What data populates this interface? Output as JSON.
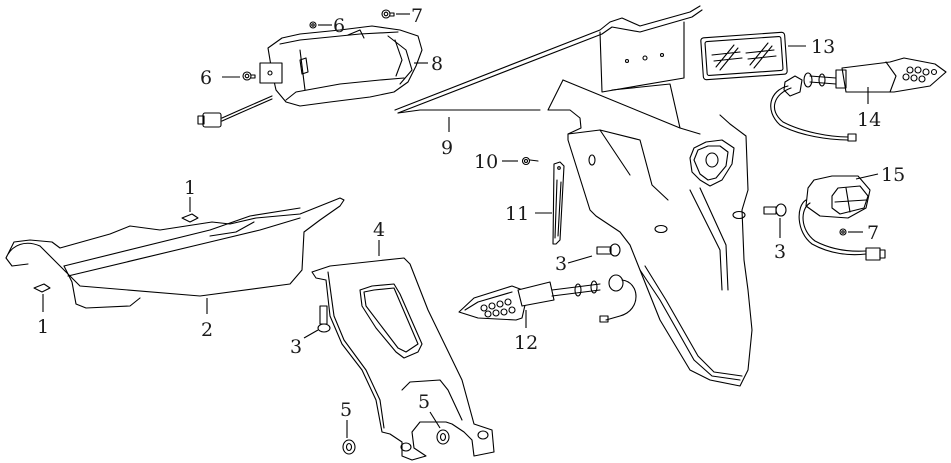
{
  "diagram": {
    "title": "Rear fender / tail light assembly exploded view",
    "callouts": [
      {
        "id": "c6a",
        "label": "6",
        "part": "bolt"
      },
      {
        "id": "c7a",
        "label": "7",
        "part": "screw"
      },
      {
        "id": "c6b",
        "label": "6",
        "part": "bolt"
      },
      {
        "id": "c8",
        "label": "8",
        "part": "tail-light"
      },
      {
        "id": "c9",
        "label": "9",
        "part": "seat-rail-trim"
      },
      {
        "id": "c13",
        "label": "13",
        "part": "reflector"
      },
      {
        "id": "c14",
        "label": "14",
        "part": "rear-right-turn-signal"
      },
      {
        "id": "c10",
        "label": "10",
        "part": "screw"
      },
      {
        "id": "c11",
        "label": "11",
        "part": "license-plate-bracket"
      },
      {
        "id": "c15",
        "label": "15",
        "part": "license-plate-light"
      },
      {
        "id": "c7b",
        "label": "7",
        "part": "screw"
      },
      {
        "id": "c3a",
        "label": "3",
        "part": "bolt"
      },
      {
        "id": "c3b",
        "label": "3",
        "part": "bolt"
      },
      {
        "id": "c12",
        "label": "12",
        "part": "rear-left-turn-signal"
      },
      {
        "id": "c1a",
        "label": "1",
        "part": "clip"
      },
      {
        "id": "c1b",
        "label": "1",
        "part": "clip"
      },
      {
        "id": "c2",
        "label": "2",
        "part": "rear-undercover"
      },
      {
        "id": "c4",
        "label": "4",
        "part": "mounting-bracket"
      },
      {
        "id": "c3c",
        "label": "3",
        "part": "bolt"
      },
      {
        "id": "c5a",
        "label": "5",
        "part": "nut"
      },
      {
        "id": "c5b",
        "label": "5",
        "part": "nut"
      }
    ]
  }
}
